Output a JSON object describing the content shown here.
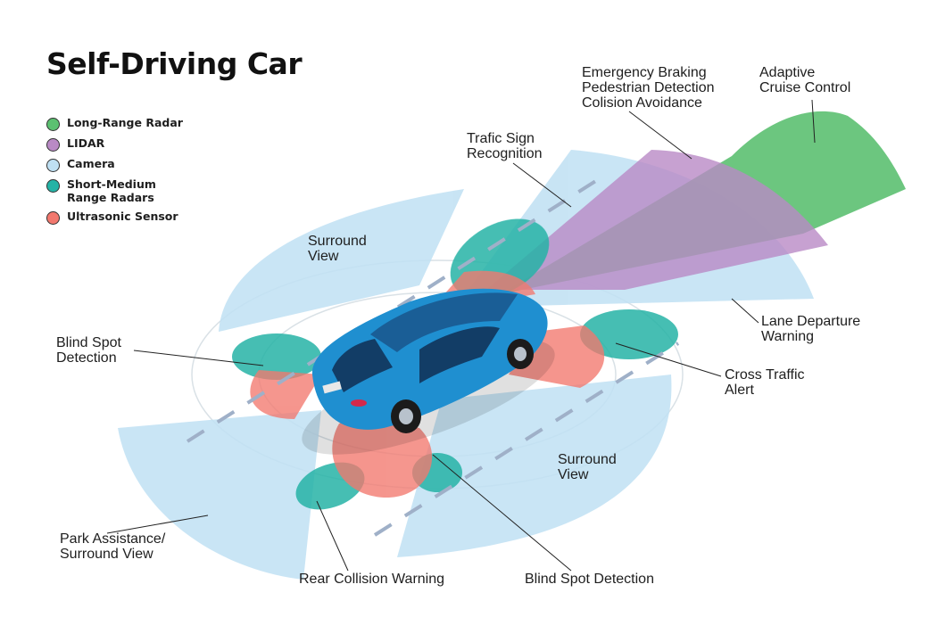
{
  "title": "Self-Driving Car",
  "colors": {
    "long_range_radar": "#5cc071",
    "lidar": "#b98ac5",
    "camera": "#bfe0f3",
    "short_medium_radar": "#25b3a6",
    "ultrasonic": "#f2786e",
    "car_body": "#1f8fd0"
  },
  "legend": [
    {
      "label": "Long-Range Radar",
      "color": "#5cc071"
    },
    {
      "label": "LIDAR",
      "color": "#b98ac5"
    },
    {
      "label": "Camera",
      "color": "#bfe0f3"
    },
    {
      "label": "Short-Medium\nRange Radars",
      "color": "#25b3a6"
    },
    {
      "label": "Ultrasonic Sensor",
      "color": "#f2786e"
    }
  ],
  "callouts": {
    "emergency": "Emergency Braking\nPedestrian Detection\nColision Avoidance",
    "adaptive": "Adaptive\nCruise Control",
    "traffic_sign": "Trafic Sign\nRecognition",
    "surround_top": "Surround\nView",
    "lane_departure": "Lane Departure\nWarning",
    "blind_spot_left": "Blind Spot\nDetection",
    "cross_traffic": "Cross Traffic\nAlert",
    "surround_right": "Surround\nView",
    "park_assist": "Park Assistance/\nSurround View",
    "rear_collision": "Rear Collision Warning",
    "blind_spot_bottom": "Blind Spot Detection"
  }
}
